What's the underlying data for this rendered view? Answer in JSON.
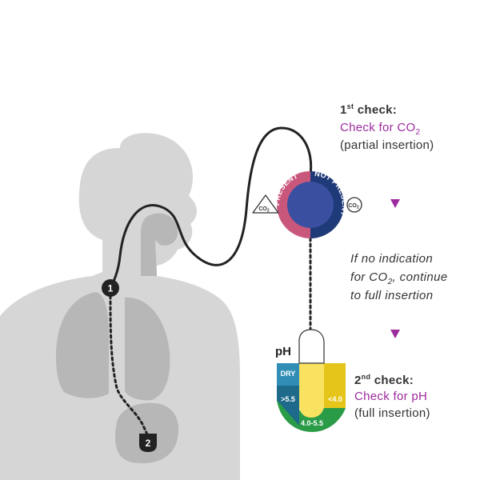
{
  "check1": {
    "ordinal": "1",
    "ordinal_suffix": "st",
    "title_rest": " check:",
    "line2_prefix": "Check for CO",
    "line2_sub": "2",
    "line3": "(partial insertion)"
  },
  "co2_detector": {
    "label_present": "PRESENT",
    "label_not_present": "NOT PRESENT",
    "icon_left": {
      "main": "CO",
      "sub": "2"
    },
    "icon_right": {
      "main": "CO",
      "sub": "2"
    }
  },
  "instruction": {
    "line1": "If no indication",
    "line2_prefix": "for CO",
    "line2_sub": "2",
    "line2_suffix": ", continue",
    "line3": "to full insertion"
  },
  "ph_indicator": {
    "label": "pH",
    "segments": [
      "DRY",
      ">5.5",
      "4.0-5.5",
      "<4.0"
    ]
  },
  "check2": {
    "ordinal": "2",
    "ordinal_suffix": "nd",
    "title_rest": " check:",
    "line2": "Check for pH",
    "line3": "(full insertion)"
  },
  "markers": [
    "1",
    "2"
  ],
  "colors": {
    "accent": "#9c2b9e",
    "present_ring": "#c9577c",
    "not_present_ring": "#1f3a78",
    "indicator_center": "#3b4fa0",
    "ph_dry": "#2f8db6",
    "ph_high": "#1d6a8b",
    "ph_mid": "#2a9b47",
    "ph_low": "#e6c51a",
    "ph_fill": "#f8e260",
    "silhouette": "#d6d6d6",
    "organs": "#b7b7b7"
  }
}
